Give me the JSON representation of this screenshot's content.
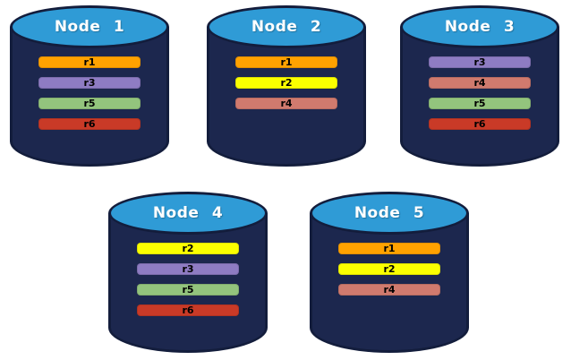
{
  "colors": {
    "background": "#FFFFFF",
    "cylinder_body": "#1C274E",
    "cylinder_outline": "#131D3C",
    "cylinder_top": "#2F9BD6",
    "title_text": "#FFFFFF",
    "bar_text": "#000000",
    "replica_colors": {
      "r1": "#FFA200",
      "r2": "#FBFF00",
      "r3": "#8E7CC3",
      "r4": "#D07A6E",
      "r5": "#93C47D",
      "r6": "#C93A27"
    }
  },
  "nodes": [
    {
      "title": "Node 1",
      "replicas": [
        "r1",
        "r3",
        "r5",
        "r6"
      ]
    },
    {
      "title": "Node 2",
      "replicas": [
        "r1",
        "r2",
        "r4"
      ]
    },
    {
      "title": "Node 3",
      "replicas": [
        "r3",
        "r4",
        "r5",
        "r6"
      ]
    },
    {
      "title": "Node 4",
      "replicas": [
        "r2",
        "r3",
        "r5",
        "r6"
      ]
    },
    {
      "title": "Node 5",
      "replicas": [
        "r1",
        "r2",
        "r4"
      ]
    }
  ]
}
